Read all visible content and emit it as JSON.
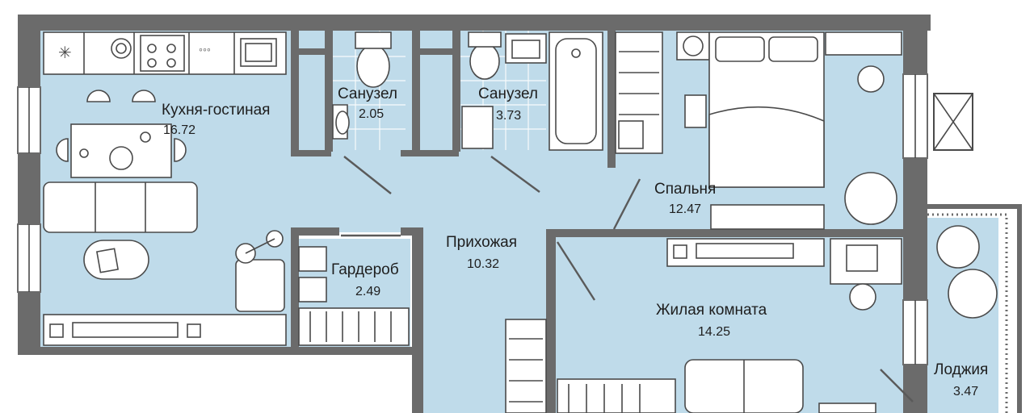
{
  "plan": {
    "rooms": [
      {
        "id": "kitchen",
        "name": "Кухня-гостиная",
        "area": "16.72"
      },
      {
        "id": "bath1",
        "name": "Санузел",
        "area": "2.05"
      },
      {
        "id": "bath2",
        "name": "Санузел",
        "area": "3.73"
      },
      {
        "id": "bedroom",
        "name": "Спальня",
        "area": "12.47"
      },
      {
        "id": "hall",
        "name": "Прихожая",
        "area": "10.32"
      },
      {
        "id": "wardrobe",
        "name": "Гардероб",
        "area": "2.49"
      },
      {
        "id": "living",
        "name": "Жилая комната",
        "area": "14.25"
      },
      {
        "id": "loggia",
        "name": "Лоджия",
        "area": "3.47"
      }
    ],
    "colors": {
      "floor": "#bfdbea",
      "wall": "#6b6b6b",
      "furniture": "#ffffff",
      "outline": "#4a4a4a"
    }
  }
}
